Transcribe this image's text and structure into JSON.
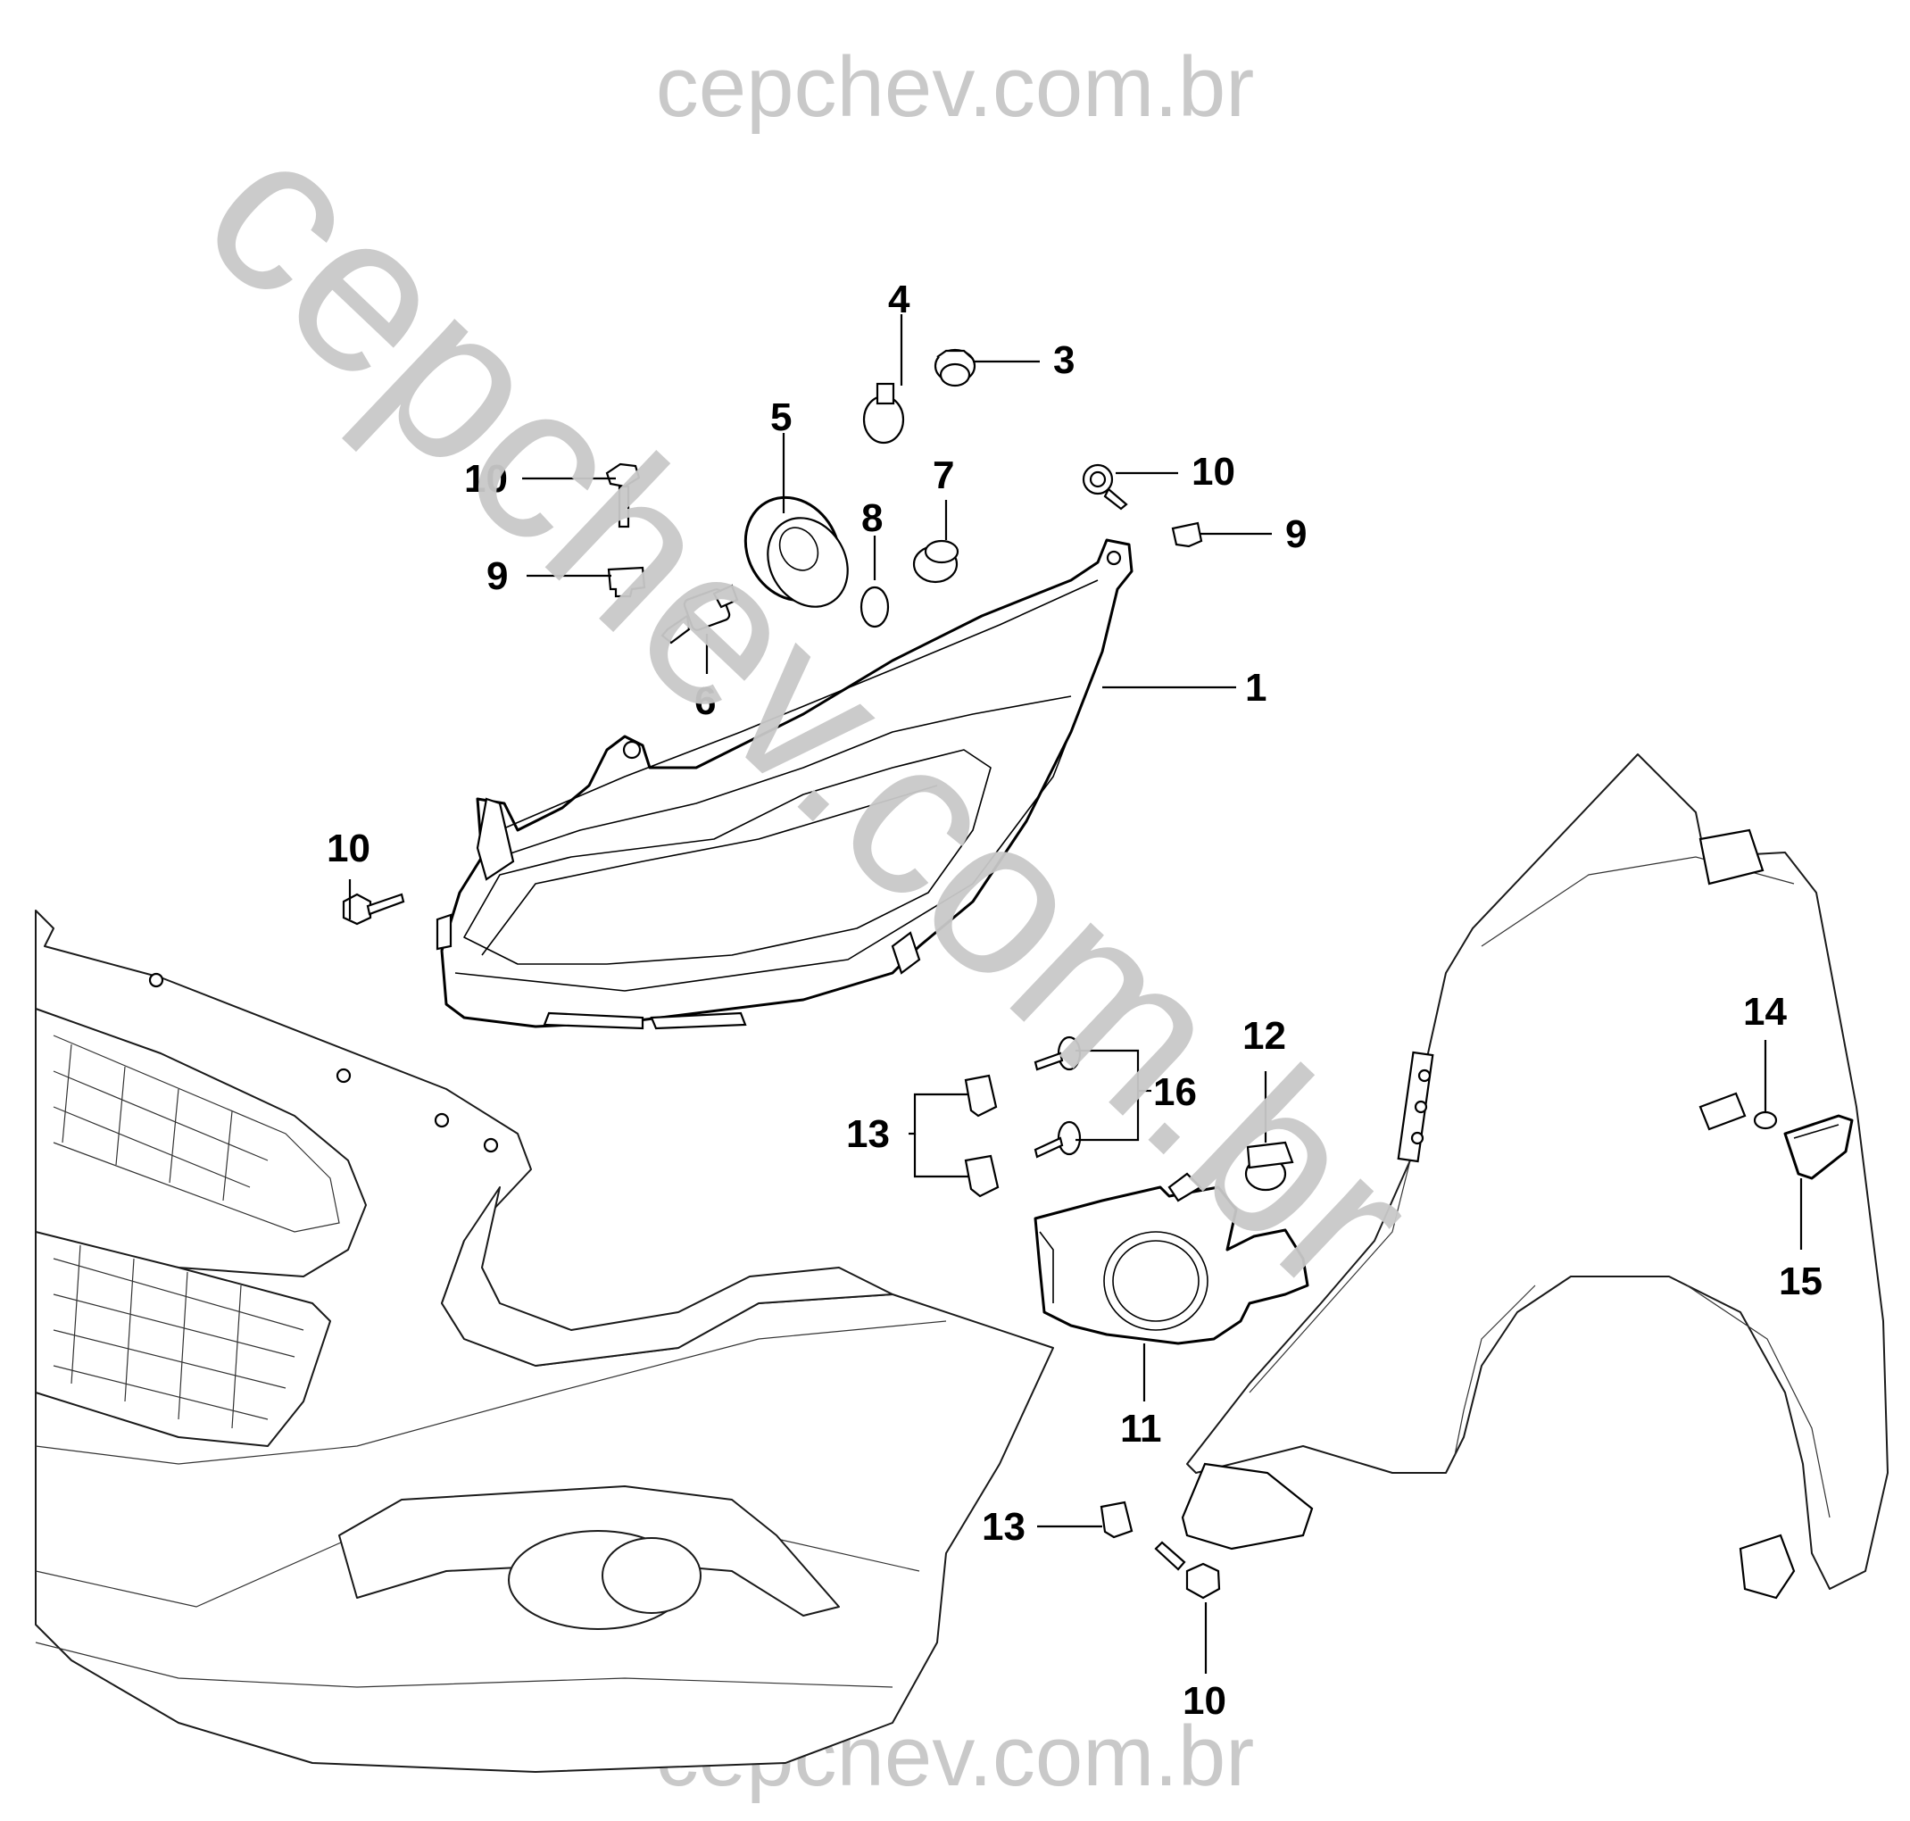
{
  "watermarks": {
    "top": "cepchev.com.br",
    "bottom": "cepchev.com.br",
    "diagonal": "cepchev.com.br"
  },
  "callouts": [
    "1",
    "3",
    "4",
    "5",
    "6",
    "7",
    "8",
    "9",
    "9",
    "10",
    "10",
    "10",
    "10",
    "11",
    "12",
    "13",
    "13",
    "14",
    "15",
    "16"
  ]
}
